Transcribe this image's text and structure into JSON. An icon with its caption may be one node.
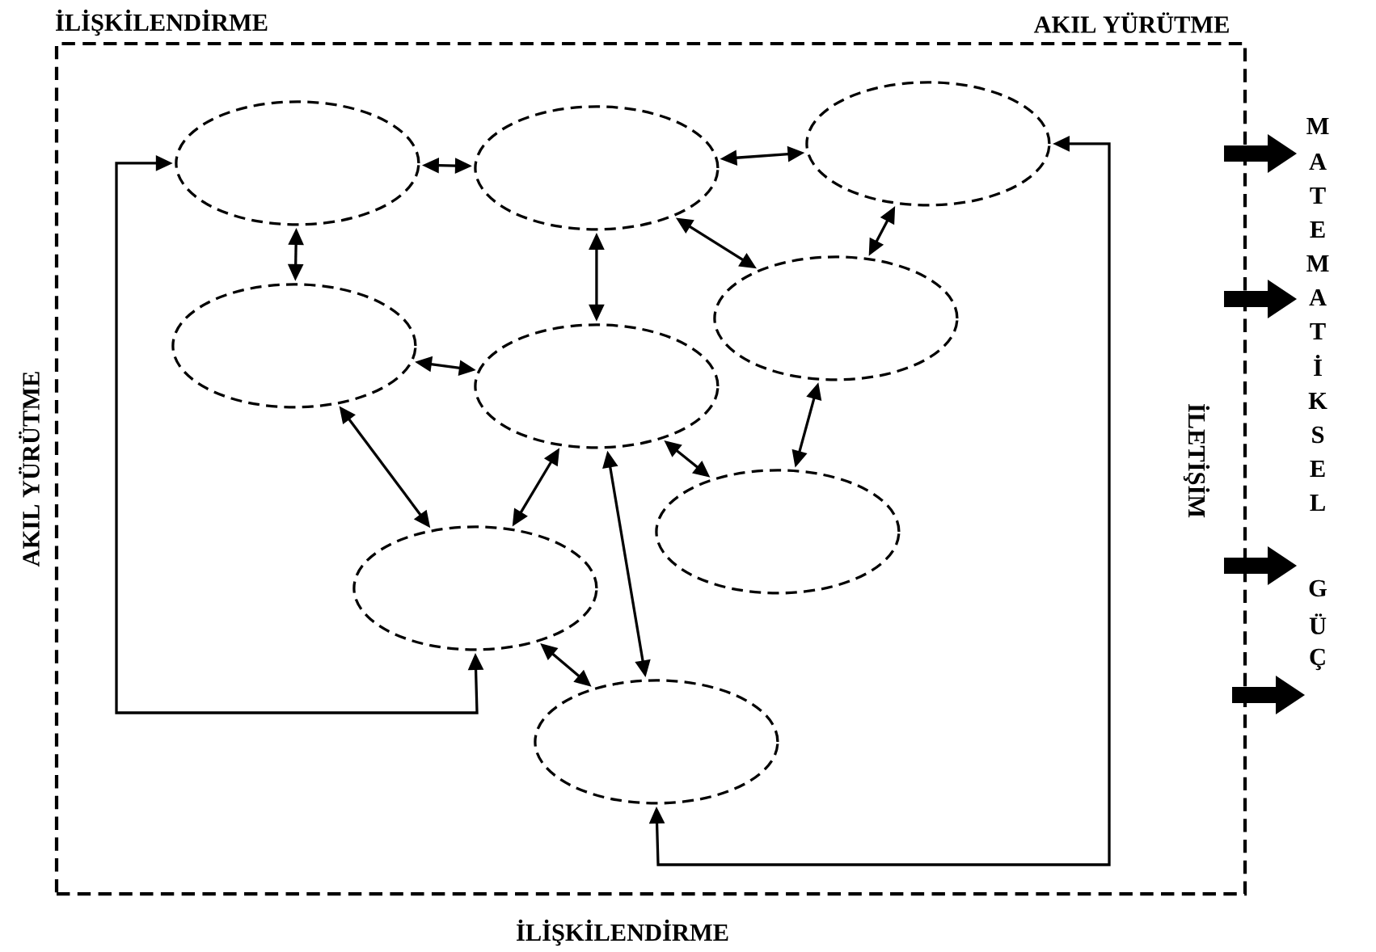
{
  "diagram": {
    "nodes": [
      {
        "text": [
          "İLİŞKİLENDİRME",
          "AKIL YÜRÜTME",
          "AKIL YÜRÜTME",
          "İLETİŞİM",
          "İLİŞKİLENDİRME"
        ]
      },
      {
        "text": [],
        "shape": "ellipse",
        "in": 0
      },
      {
        "text": [],
        "shape": "ellipse",
        "in": 0
      },
      {
        "text": [],
        "shape": "ellipse",
        "in": 0
      },
      {
        "text": [],
        "shape": "ellipse",
        "in": 0
      },
      {
        "text": [],
        "shape": "ellipse",
        "in": 0
      },
      {
        "text": [],
        "shape": "ellipse",
        "in": 0
      },
      {
        "text": [],
        "shape": "ellipse",
        "in": 0
      },
      {
        "text": [],
        "shape": "ellipse",
        "in": 0
      },
      {
        "text": [],
        "shape": "ellipse",
        "in": 0
      }
    ],
    "edges": [
      {
        "from": 1,
        "to": 2,
        "arrow": "both"
      },
      {
        "from": 2,
        "to": 3,
        "arrow": "both"
      },
      {
        "from": 1,
        "to": 4,
        "arrow": "both"
      },
      {
        "from": 2,
        "to": 5,
        "arrow": "both"
      },
      {
        "from": 2,
        "to": 6,
        "arrow": "both"
      },
      {
        "from": 3,
        "to": 6,
        "arrow": "both"
      },
      {
        "from": 4,
        "to": 5,
        "arrow": "both"
      },
      {
        "from": 4,
        "to": 8,
        "arrow": "both"
      },
      {
        "from": 5,
        "to": 8,
        "arrow": "both"
      },
      {
        "from": 5,
        "to": 7,
        "arrow": "both"
      },
      {
        "from": 6,
        "to": 7,
        "arrow": "both"
      },
      {
        "from": 5,
        "to": 9,
        "arrow": "both"
      },
      {
        "from": 8,
        "to": 9,
        "arrow": "both"
      },
      {
        "from": 8,
        "to": 1,
        "arrow": "both"
      },
      {
        "from": 9,
        "to": 3,
        "arrow": "both"
      }
    ],
    "labels": [
      "M",
      "A",
      "T",
      "E",
      "M",
      "A",
      "T",
      "İ",
      "K",
      "S",
      "E",
      "L",
      "G",
      "Ü",
      "Ç"
    ]
  }
}
